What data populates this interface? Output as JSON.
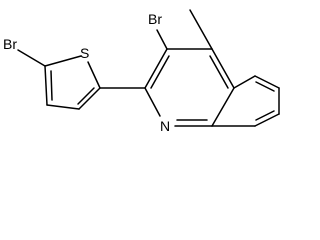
{
  "structure": {
    "atoms": {
      "br_thiophene": "Br",
      "s_thiophene": "S",
      "br_quinoline": "Br",
      "n_quinoline": "N"
    }
  }
}
